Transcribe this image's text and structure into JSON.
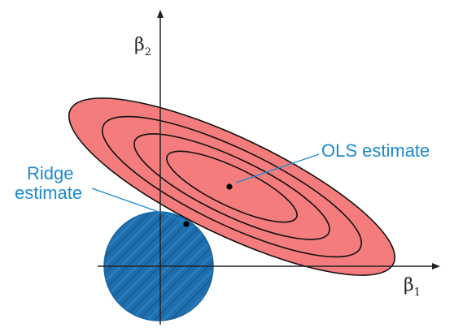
{
  "axes": {
    "y_label": "β",
    "y_subscript": "2",
    "x_label": "β",
    "x_subscript": "1"
  },
  "labels": {
    "ols": "OLS estimate",
    "ridge_line1": "Ridge",
    "ridge_line2": "estimate"
  },
  "colors": {
    "ellipse_fill": "#f47c7c",
    "ellipse_stroke": "#111111",
    "disk_fill": "#1f6fae",
    "label_text": "#1b8ad1",
    "axis": "#222222"
  }
}
